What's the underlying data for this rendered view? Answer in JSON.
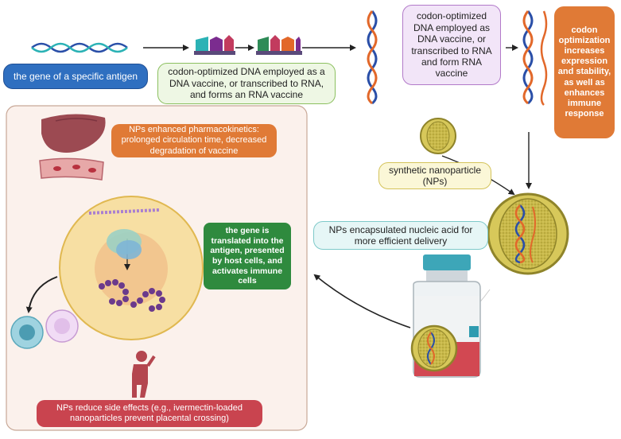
{
  "labels": {
    "gene": "the gene of a specific antigen",
    "codon_dna_1": "codon-optimized DNA employed as a DNA vaccine, or transcribed to RNA, and forms an RNA vaccine",
    "codon_dna_2": "codon-optimized DNA employed as DNA vaccine, or transcribed to RNA and form RNA vaccine",
    "codon_opt": "codon optimization increases expression and stability, as well as enhances immune response",
    "np_pk": "NPs enhanced pharmacokinetics: prolonged circulation time, decreased degradation of vaccine",
    "synthetic_np": "synthetic nanoparticle (NPs)",
    "np_encapsulated": "NPs encapsulated nucleic acid for more efficient delivery",
    "gene_translated": "the gene is translated into the antigen, presented by host cells, and activates immune cells",
    "np_side_effects": "NPs reduce side effects (e.g., ivermectin-loaded nanoparticles prevent placental crossing)"
  },
  "colors": {
    "blue_label": "#2f6fc0",
    "green_label_border": "#8cc060",
    "purple_label": "#f2e5f8",
    "orange_label": "#e07a36",
    "yellow_label": "#fbf7d7",
    "teal_label": "#e6f6f6",
    "green_dark_label": "#2f8a3e",
    "red_label": "#c9444f",
    "panel_bg": "#fbf1ec",
    "dna_blue": "#2a4fa8",
    "dna_teal": "#2bb2b5",
    "rna_orange": "#e2682a",
    "np_gold": "#b6a93a"
  },
  "icons": [
    "dna-double-helix-icon",
    "codon-blocks-icon",
    "liver-icon",
    "blood-vessel-icon",
    "cell-icon",
    "ribosome-icon",
    "mrna-strand-icon",
    "protein-chain-icon",
    "immune-cell-icon",
    "coughing-person-icon",
    "nanoparticle-icon",
    "vaccine-vial-icon",
    "arrow-icon"
  ]
}
